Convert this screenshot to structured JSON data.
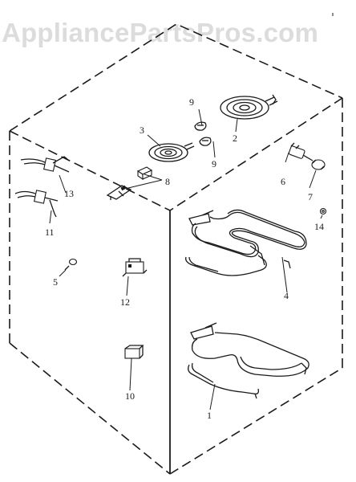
{
  "watermark": {
    "text": "AppliancePartsPros.com"
  },
  "callouts": {
    "c1": "1",
    "c2": "2",
    "c3": "3",
    "c4": "4",
    "c5": "5",
    "c6": "6",
    "c7": "7",
    "c8": "8",
    "c9a": "9",
    "c9b": "9",
    "c10": "10",
    "c11": "11",
    "c12": "12",
    "c13": "13",
    "c14": "14"
  }
}
